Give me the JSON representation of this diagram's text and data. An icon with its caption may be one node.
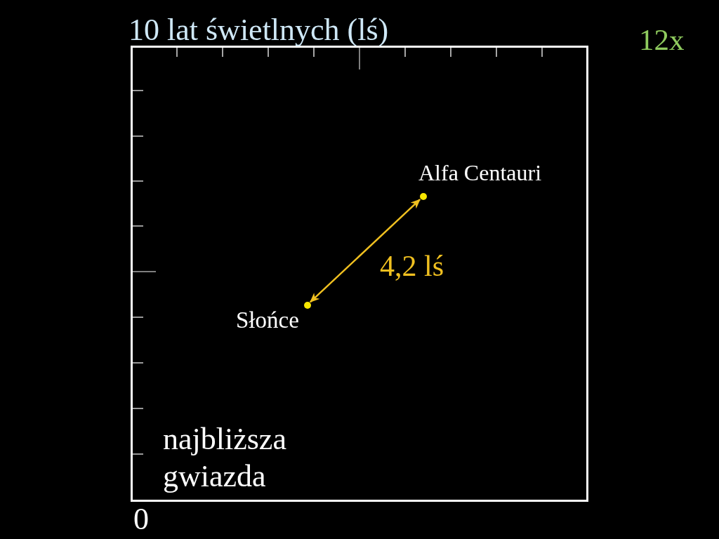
{
  "diagram": {
    "title": "10 lat świetlnych (lś)",
    "nodes": [
      {
        "text": [
          "najbliższa gwiazda"
        ]
      },
      {
        "text": [],
        "shape": "circle",
        "in": 0,
        "beside": [
          "Alfa Centauri"
        ]
      },
      {
        "text": [],
        "shape": "circle",
        "in": 0,
        "beside": [
          "Słońce"
        ]
      }
    ],
    "edges": [
      {
        "from": 2,
        "to": 1,
        "arrow": "both",
        "label": "4,2 lś",
        "color": "#f0c020"
      }
    ],
    "labels": [
      "12x",
      "0"
    ]
  }
}
